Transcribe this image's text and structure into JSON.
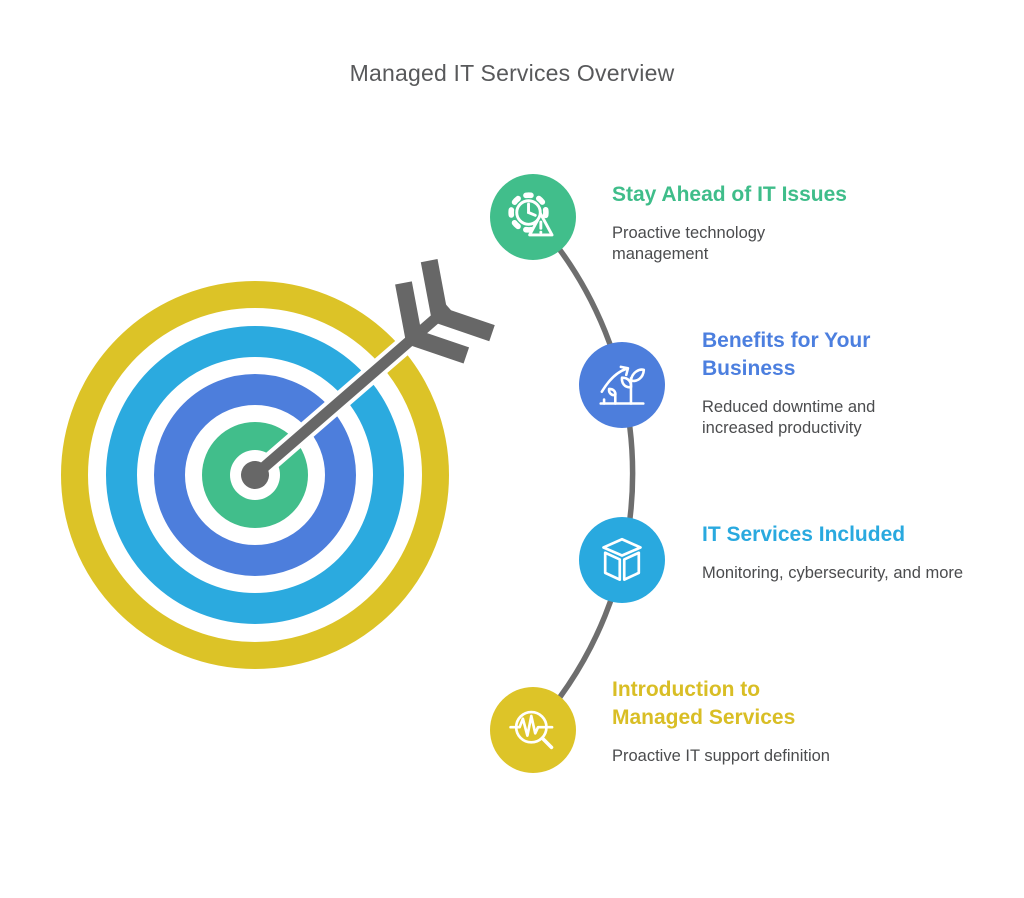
{
  "page": {
    "title": "Managed IT Services Overview",
    "title_color": "#58595b",
    "background_color": "#ffffff"
  },
  "target_graphic": {
    "icon": "bullseye-target-with-arrow-icon",
    "ring_colors_outer_to_inner": [
      "#dcc327",
      "#2baadf",
      "#4d7edc",
      "#41be8b"
    ],
    "arrow_color": "#676767",
    "connector_color": "#6e6e6e"
  },
  "items": [
    {
      "title": "Stay Ahead of IT Issues",
      "description": "Proactive technology management",
      "color": "#3fbd8a",
      "node_color": "#41be8b",
      "icon": "gear-alert-icon"
    },
    {
      "title": "Benefits for Your Business",
      "description": "Reduced downtime and increased productivity",
      "color": "#4c7fdf",
      "node_color": "#4d7edc",
      "icon": "growth-plant-icon"
    },
    {
      "title": "IT Services Included",
      "description": "Monitoring, cybersecurity, and more",
      "color": "#29a9df",
      "node_color": "#29a9df",
      "icon": "cube-icon"
    },
    {
      "title": "Introduction to Managed Services",
      "description": "Proactive IT support definition",
      "color": "#d9be25",
      "node_color": "#ddc428",
      "icon": "magnifier-pulse-icon"
    }
  ]
}
